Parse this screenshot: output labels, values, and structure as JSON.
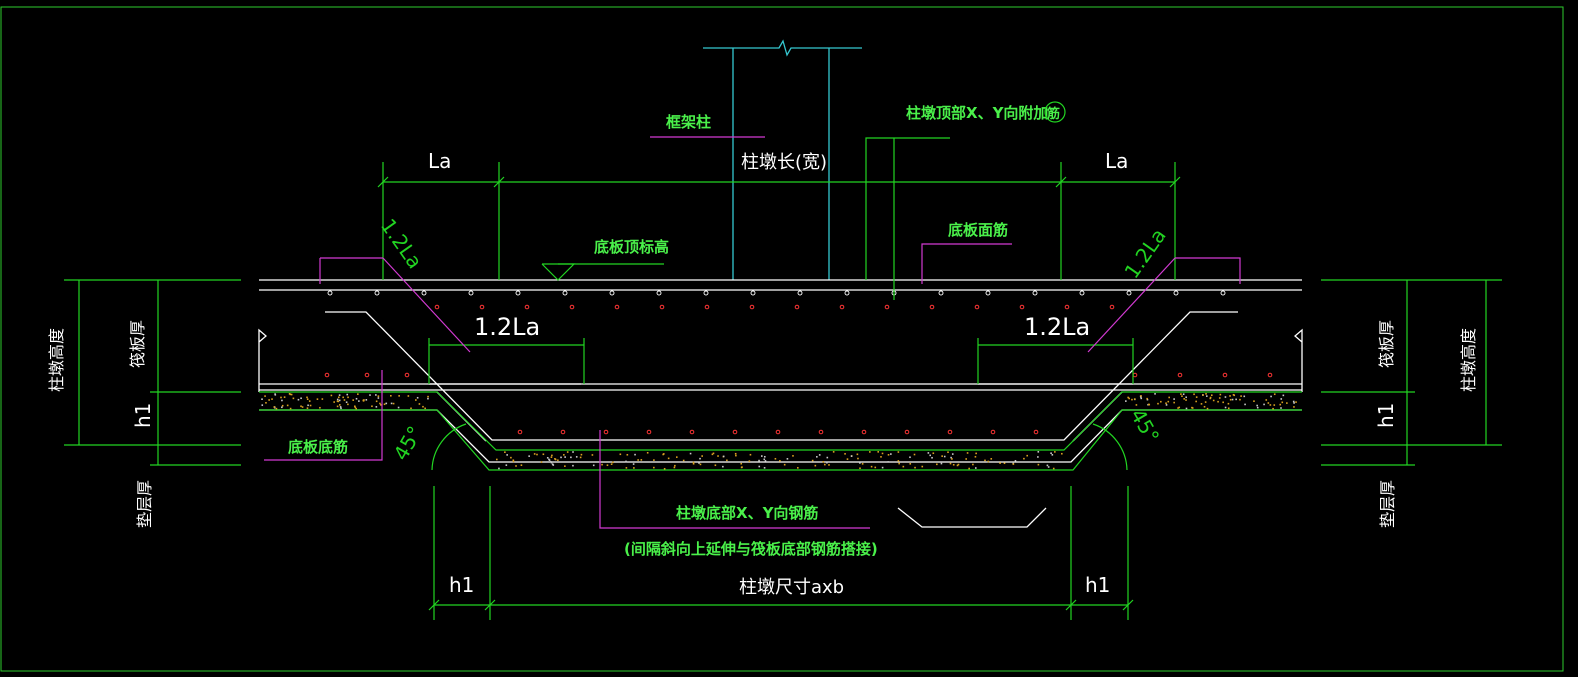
{
  "colors": {
    "background": "#000000",
    "dimension_lines": "#22d422",
    "concrete_outline": "#ffffff",
    "column": "#35c8d0",
    "leader_lines": "#d23ad2",
    "rebar_dots": "#ff3535"
  },
  "labels": {
    "frame_column": "框架柱",
    "pier_length_width": "柱墩长(宽)",
    "top_additional_rebar": "柱墩顶部X、Y向附加",
    "top_additional_circle": "筋",
    "slab_top_elevation": "底板顶标高",
    "slab_top_rebar": "底板面筋",
    "slab_bottom_rebar": "底板底筋",
    "pier_bottom_rebar": "柱墩底部X、Y向钢筋",
    "pier_bottom_rebar_note": "(间隔斜向上延伸与筏板底部钢筋搭接)",
    "pier_size": "柱墩尺寸axb"
  },
  "dimensions": {
    "la_left": "La",
    "la_right": "La",
    "la12_left_diag": "1.2La",
    "la12_right_diag": "1.2La",
    "la12_left": "1.2La",
    "la12_right": "1.2La",
    "h1_left_vertical": "h1",
    "h1_right_vertical": "h1",
    "h1_bottom_left": "h1",
    "h1_bottom_right": "h1",
    "angle_left": "45°",
    "angle_right": "45°"
  },
  "side_labels": {
    "pier_height_left": "柱墩高度",
    "raft_thickness_left": "筏板厚",
    "cushion_thickness_left": "垫层厚",
    "pier_height_right": "柱墩高度",
    "raft_thickness_right": "筏板厚",
    "cushion_thickness_right": "垫层厚"
  }
}
